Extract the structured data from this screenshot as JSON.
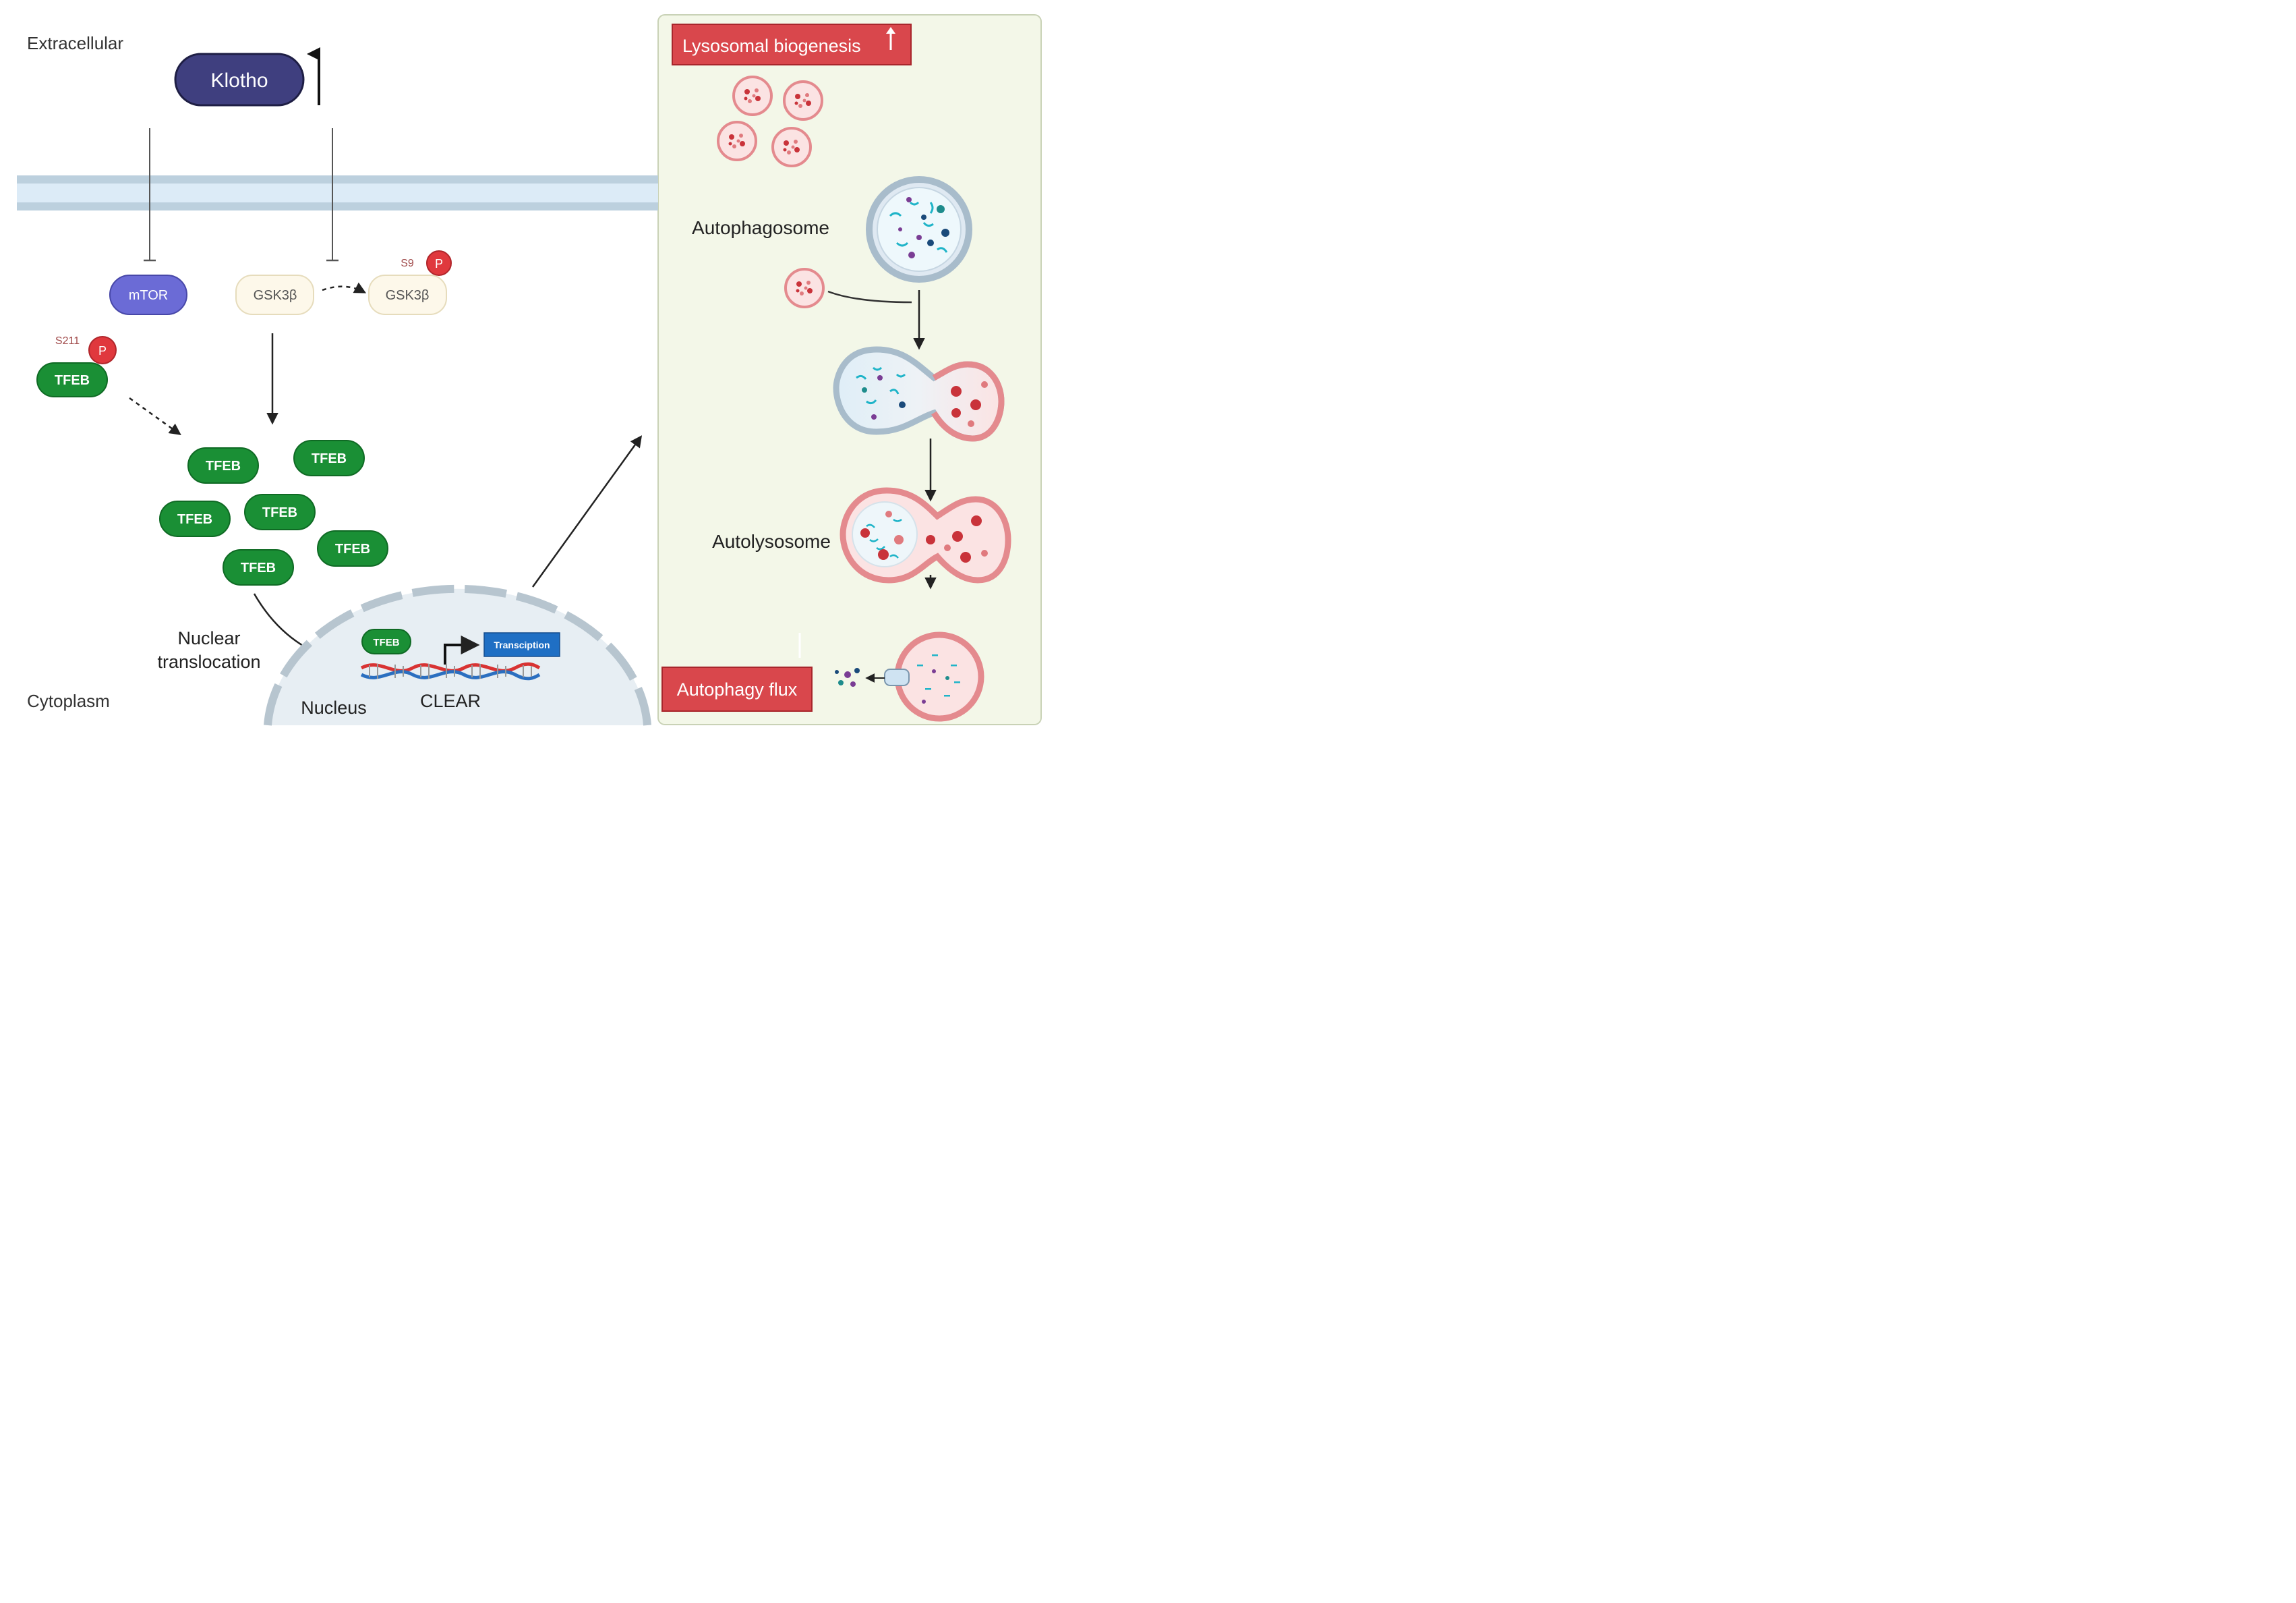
{
  "regions": {
    "extracellular": "Extracellular",
    "cytoplasm": "Cytoplasm",
    "nucleus": "Nucleus"
  },
  "klotho": {
    "label": "Klotho"
  },
  "mtor": {
    "label": "mTOR"
  },
  "gsk3b": {
    "label": "GSK3β",
    "phospho_label": "GSK3β",
    "site": "S9"
  },
  "tfeb": {
    "label": "TFEB",
    "phospho_site": "S211",
    "phospho_mark": "P",
    "nuclear_label": "TFEB"
  },
  "nuclear_translocation": {
    "line1": "Nuclear",
    "line2": "translocation"
  },
  "dna": {
    "label": "CLEAR",
    "transcription": "Transciption"
  },
  "panel": {
    "lysosomal_biogenesis": "Lysosomal biogenesis",
    "autophagosome": "Autophagosome",
    "autolysosome": "Autolysosome",
    "autophagy_flux": "Autophagy flux"
  },
  "colors": {
    "klotho": "#3f3f7f",
    "mtor": "#6b6bd6",
    "gsk3b_fill": "#fdf8ea",
    "tfeb": "#1a8f35",
    "phospho": "#e0383d",
    "membrane": "#cfe3f2",
    "label_box": "#d9474c",
    "panel_bg": "#f3f7e8",
    "transcription": "#1f6fc4"
  }
}
